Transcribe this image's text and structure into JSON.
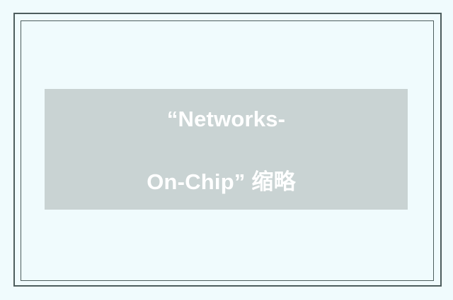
{
  "page": {
    "background_color": "#f0fbfd",
    "frame_color": "#4d5d5d",
    "panel_color": "#c9d3d3",
    "text_color": "#ffffff"
  },
  "content_panel": {
    "headline_line_1": "“Networks-",
    "headline_line_2": "On-Chip” 缩略",
    "headline_full": "“Networks-On-Chip” 缩略"
  }
}
